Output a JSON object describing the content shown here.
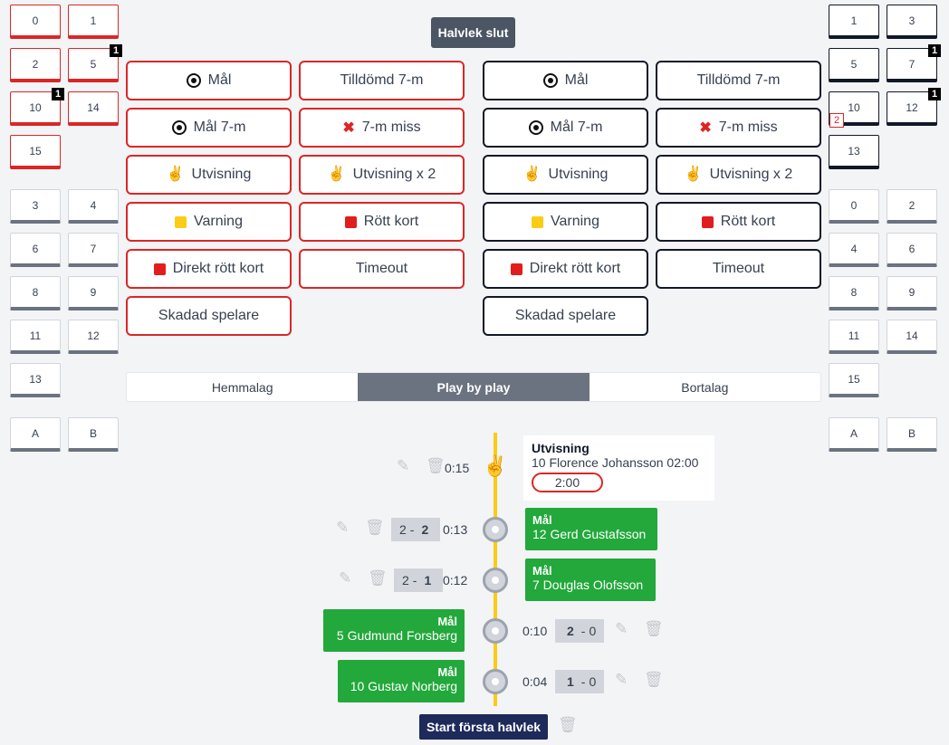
{
  "home": {
    "first_row_players": [
      {
        "number": "0"
      },
      {
        "number": "1"
      },
      {
        "number": "2"
      },
      {
        "number": "5",
        "badge": "1"
      },
      {
        "number": "10",
        "badge": "1"
      },
      {
        "number": "14"
      },
      {
        "number": "15"
      }
    ],
    "bench_players": [
      "3",
      "4",
      "6",
      "7",
      "8",
      "9",
      "11",
      "12",
      "13"
    ],
    "officials": [
      "A",
      "B"
    ]
  },
  "away": {
    "first_row_players": [
      {
        "number": "1"
      },
      {
        "number": "3"
      },
      {
        "number": "5"
      },
      {
        "number": "7",
        "badge": "1"
      },
      {
        "number": "10",
        "badge_red": "2"
      },
      {
        "number": "12",
        "badge": "1"
      },
      {
        "number": "13"
      }
    ],
    "bench_players": [
      "0",
      "2",
      "4",
      "6",
      "8",
      "9",
      "11",
      "14",
      "15"
    ],
    "officials": [
      "A",
      "B"
    ]
  },
  "halvlek_button": "Halvlek slut",
  "actions": {
    "goal": "Mål",
    "awarded_7m": "Tilldömd 7-m",
    "goal_7m": "Mål 7-m",
    "miss_7m": "7-m miss",
    "suspension": "Utvisning",
    "suspension_x2": "Utvisning x 2",
    "warning": "Varning",
    "red_card": "Rött kort",
    "direct_red": "Direkt rött kort",
    "timeout": "Timeout",
    "injured": "Skadad spelare"
  },
  "tabs": {
    "home": "Hemmalag",
    "pbp": "Play by play",
    "away": "Bortalag",
    "active": "pbp"
  },
  "events": [
    {
      "type": "Utvisning",
      "player": "10 Florence Johansson 02:00",
      "pill": "2:00",
      "time": "0:15",
      "side": "away"
    },
    {
      "type": "Mål",
      "player": "12 Gerd Gustafsson",
      "time": "0:13",
      "home_score": "2",
      "away_score": "2",
      "side": "away"
    },
    {
      "type": "Mål",
      "player": "7 Douglas Olofsson",
      "time": "0:12",
      "home_score": "2",
      "away_score": "1",
      "side": "away"
    },
    {
      "type": "Mål",
      "player": "5 Gudmund Forsberg",
      "time": "0:10",
      "home_score": "2",
      "away_score": "0",
      "side": "home"
    },
    {
      "type": "Mål",
      "player": "10 Gustav Norberg",
      "time": "0:04",
      "home_score": "1",
      "away_score": "0",
      "side": "home"
    }
  ],
  "score_sep": "-",
  "start_button": "Start första halvlek",
  "colors": {
    "home_accent": "#dc2626",
    "away_accent": "#111827",
    "goal_green": "#22a83b",
    "timeline": "#facc15"
  }
}
